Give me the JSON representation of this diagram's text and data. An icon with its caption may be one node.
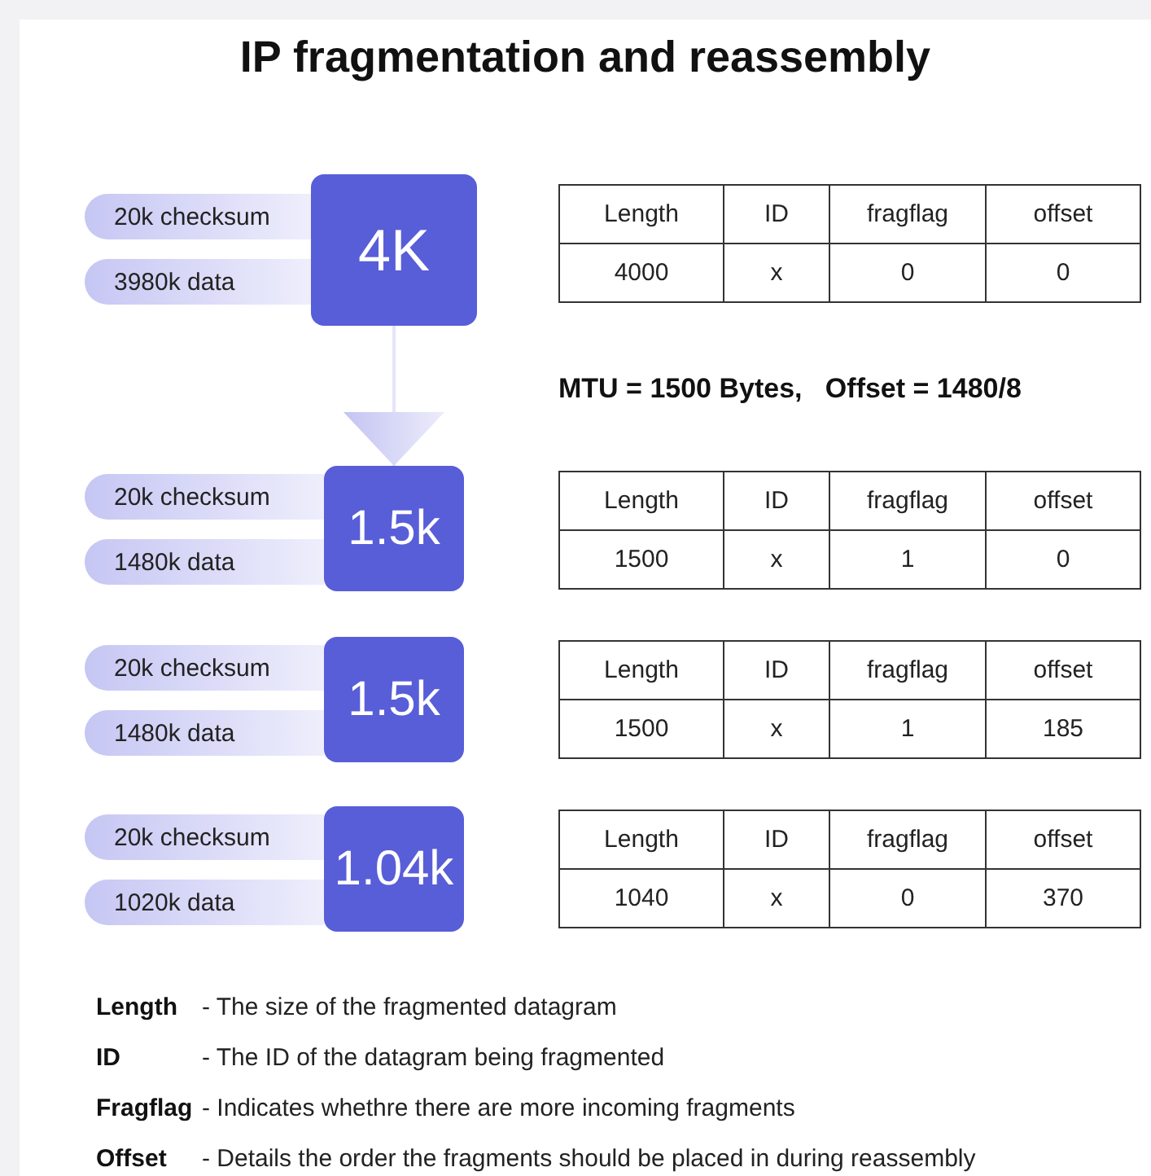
{
  "diagram": {
    "title": "IP fragmentation and reassembly",
    "nodes": [
      {
        "text": [
          "20k checksum"
        ]
      },
      {
        "text": [
          "3980k data"
        ]
      },
      {
        "text": [
          "4K"
        ]
      },
      {
        "text": [
          "20k checksum"
        ]
      },
      {
        "text": [
          "1480k data"
        ]
      },
      {
        "text": [
          "1.5k"
        ]
      },
      {
        "text": [
          "20k checksum"
        ]
      },
      {
        "text": [
          "1480k data"
        ]
      },
      {
        "text": [
          "1.5k"
        ]
      },
      {
        "text": [
          "20k checksum"
        ]
      },
      {
        "text": [
          "1020k data"
        ]
      },
      {
        "text": [
          "1.04k"
        ]
      }
    ],
    "edges": [
      {
        "from": 2,
        "to": 5,
        "arrow": "to"
      }
    ],
    "labels": [
      "Length",
      "ID",
      "fragflag",
      "offset",
      "4000",
      "x",
      "0",
      "0",
      "MTU = 1500 Bytes,   Offset = 1480/8",
      "Length",
      "ID",
      "fragflag",
      "offset",
      "1500",
      "x",
      "1",
      "0",
      "Length",
      "ID",
      "fragflag",
      "offset",
      "1500",
      "x",
      "1",
      "185",
      "Length",
      "ID",
      "fragflag",
      "offset",
      "1040",
      "x",
      "0",
      "370",
      "Length",
      "- The size of the fragmented datagram",
      "ID",
      "- The ID of the datagram being fragmented",
      "Fragflag",
      "- Indicates whethre there are more incoming fragments",
      "Offset",
      "- Details the order the fragments should be placed in during reassembly"
    ]
  }
}
